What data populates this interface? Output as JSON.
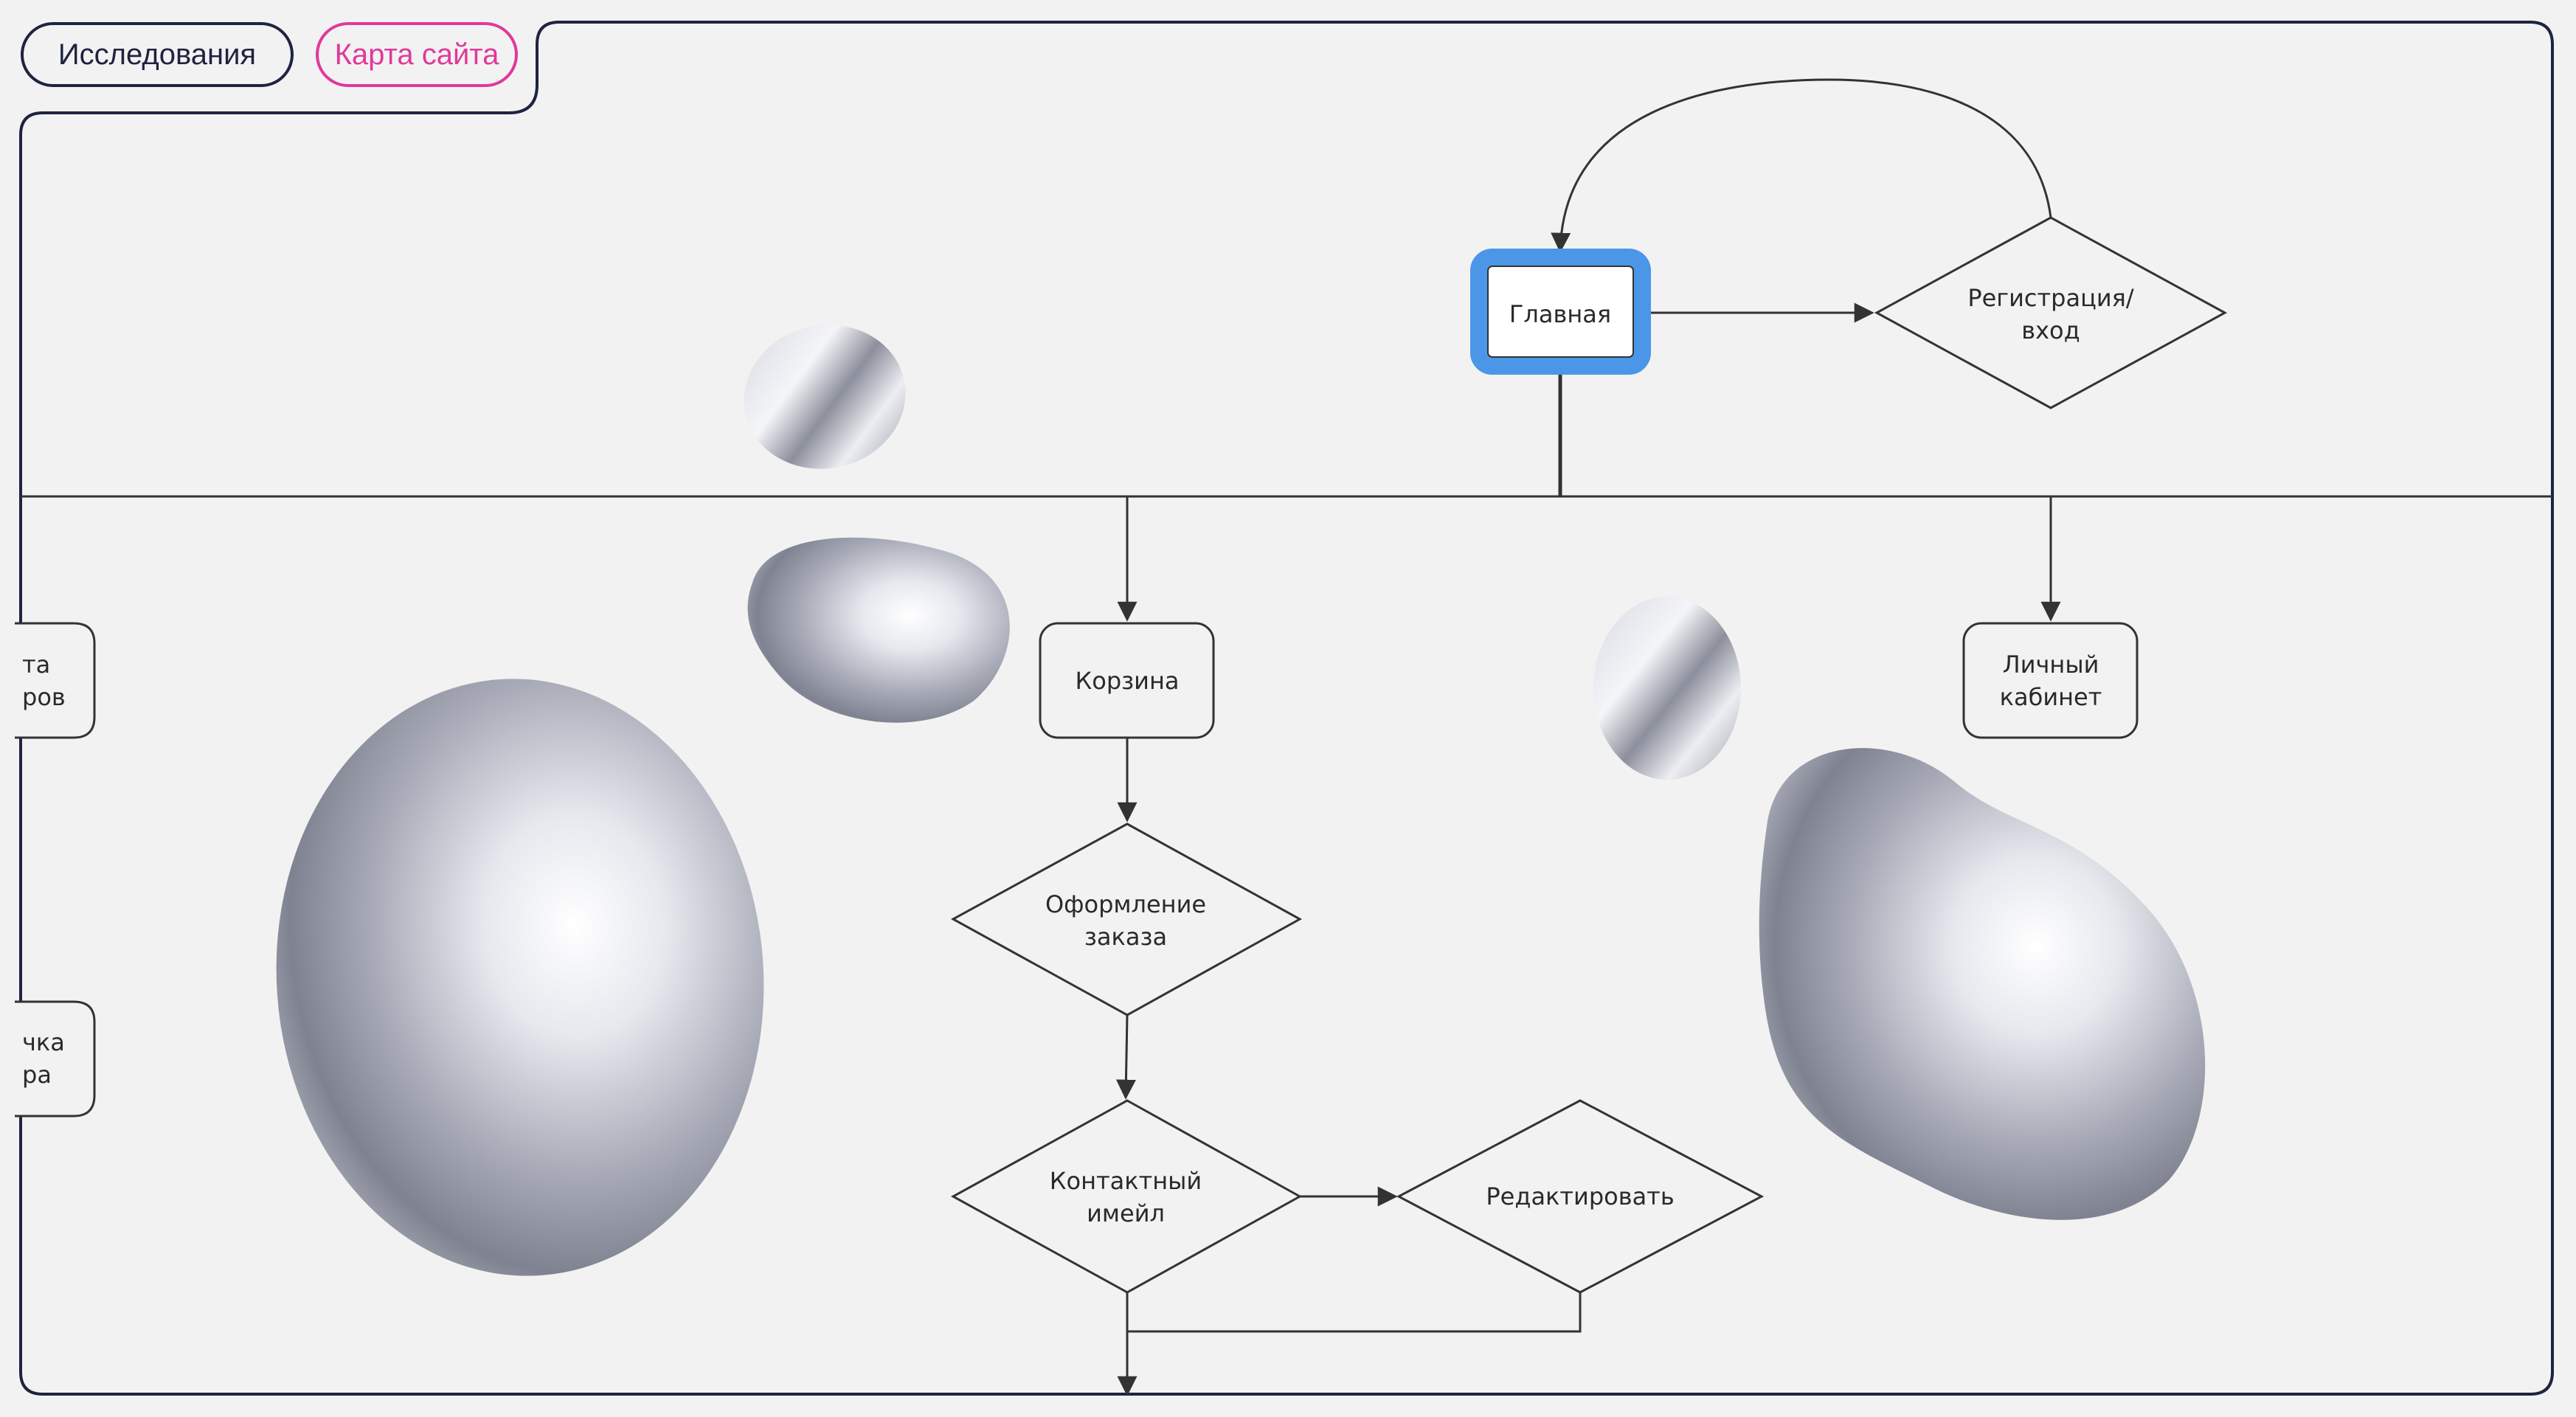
{
  "tabs": [
    {
      "label": "Исследования",
      "active": false
    },
    {
      "label": "Карта сайта",
      "active": true
    }
  ],
  "colors": {
    "frame": "#1e2340",
    "accent_tab": "#e0399a",
    "selection": "#4c96e8",
    "background": "#f2f2f2",
    "connector": "#333333"
  },
  "nodes": {
    "home": "Главная",
    "register": [
      "Регистрация/",
      "вход"
    ],
    "cart": "Корзина",
    "account": [
      "Личный",
      "кабинет"
    ],
    "checkout": [
      "Оформление",
      "заказа"
    ],
    "email": [
      "Контактный",
      "имейл"
    ],
    "edit": "Редактировать",
    "left_top": [
      "та",
      "ров"
    ],
    "left_bottom": [
      "чка",
      "ра"
    ]
  },
  "decorations": [
    "chrome-blob",
    "chrome-blob",
    "chrome-blob",
    "chrome-blob",
    "chrome-blob"
  ]
}
